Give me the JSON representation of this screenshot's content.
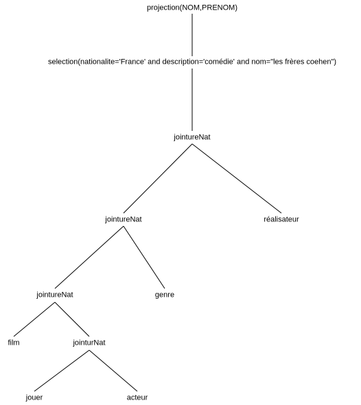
{
  "tree": {
    "projection": "projection(NOM,PRENOM)",
    "selection": "selection(nationalite='France' and description='comédie' and nom=\"les frères coehen\")",
    "join_top": "jointureNat",
    "join_mid": "jointureNat",
    "realisateur": "réalisateur",
    "join_low": "jointureNat",
    "genre": "genre",
    "film": "film",
    "join_bottom": "jointurNat",
    "jouer": "jouer",
    "acteur": "acteur"
  }
}
